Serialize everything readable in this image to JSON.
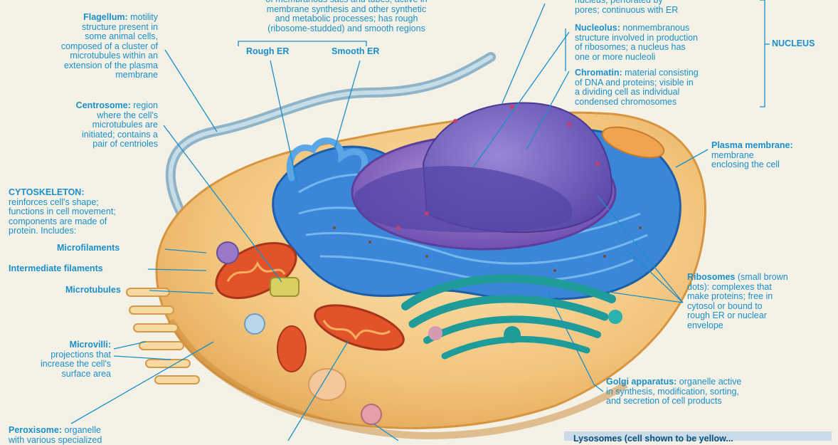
{
  "labels": {
    "flagellum": {
      "term": "Flagellum:",
      "text": " motility\nstructure present in\nsome animal cells,\ncomposed of a cluster of\nmicrotubules within an\nextension of the plasma\nmembrane"
    },
    "centrosome": {
      "term": "Centrosome:",
      "text": " region\nwhere the cell's\nmicrotubules are\ninitiated; contains a\npair of centrioles"
    },
    "cytoskeleton": {
      "term": "CYTOSKELETON:",
      "text": "\nreinforces cell's shape;\nfunctions in cell movement;\ncomponents are made of\nprotein. Includes:"
    },
    "microfilaments": "Microfilaments",
    "intermediate_filaments": "Intermediate filaments",
    "microtubules": "Microtubules",
    "microvilli": {
      "term": "Microvilli:",
      "text": "\nprojections that\nincrease the cell's\nsurface area"
    },
    "peroxisome": {
      "term": "Peroxisome:",
      "text": " organelle\nwith various specialized"
    },
    "er": {
      "text": "of membranous sacs and tubes; active in\nmembrane synthesis and other synthetic\nand metabolic processes; has rough\n(ribosome-studded) and smooth regions"
    },
    "rough_er": "Rough ER",
    "smooth_er": "Smooth ER",
    "nuclear_envelope": {
      "text": "nucleus; perforated by\npores; continuous with ER"
    },
    "nucleolus": {
      "term": "Nucleolus:",
      "text": " nonmembranous\nstructure involved in production\nof ribosomes; a nucleus has\none or more nucleoli"
    },
    "chromatin": {
      "term": "Chromatin:",
      "text": " material consisting\nof DNA and proteins; visible in\na dividing cell as individual\ncondensed chromosomes"
    },
    "nucleus": "NUCLEUS",
    "plasma_membrane": {
      "term": "Plasma membrane:",
      "text": "\nmembrane\nenclosing the cell"
    },
    "ribosomes": {
      "term": "Ribosomes",
      "text": " (small brown\ndots): complexes  that\nmake proteins; free in\ncytosol or bound to\nrough ER or nuclear\nenvelope"
    },
    "golgi": {
      "term": "Golgi apparatus:",
      "text": " organelle active\nin synthesis, modification, sorting,\nand secretion of cell products"
    },
    "key_box": "Lysosomes (cell shown to be yellow..."
  },
  "colors": {
    "label_blue": "#1a8fc9",
    "background": "#f4f1e6",
    "cytoplasm": "#f0c47a",
    "er_blue": "#2f7fd3",
    "nucleus_purple": "#8e6ac4",
    "golgi_teal": "#1f9c9a",
    "mito_red": "#e2532a"
  }
}
